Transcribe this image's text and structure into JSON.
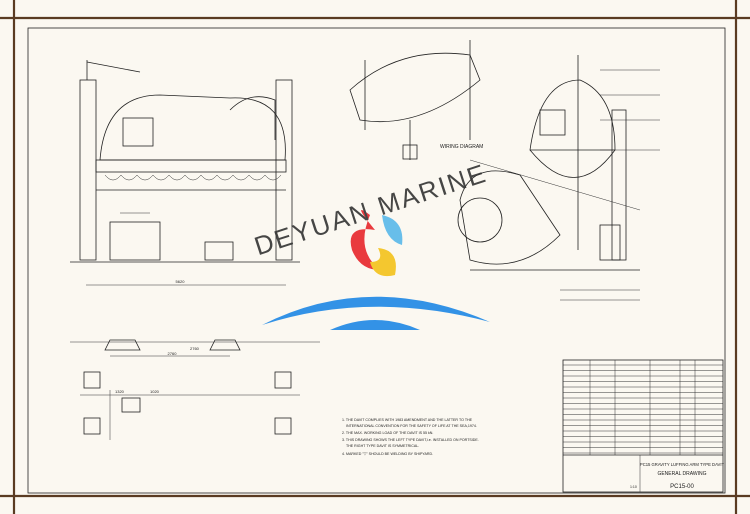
{
  "watermark": {
    "text": "DEYUAN MARINE",
    "colors": [
      "#e8262b",
      "#f4c21b",
      "#1e88e5",
      "#59b8ea"
    ]
  },
  "labels": {
    "wiring_diagram": "WIRING DIAGRAM"
  },
  "notes": [
    "1. THE DAVIT COMPLIES WITH 1983 AMENDMENT AND THE LATTER TO THE",
    "INTERNATIONAL CONVENTION FOR THE SAFETY OF LIFE AT THE SEA,1974.",
    "2. THE MAX. WORKING LOAD OF THE DAVIT IS 55 kN.",
    "3. THIS DRAWING SHOWS THE LEFT TYPE DAVIT,i.e. INSTALLED ON PORTSIDE.",
    "THE RIGHT TYPE DAVIT IS SYMMETRICAL.",
    "4. MARKED \"▽\" SHOULD BE WELDING BY SHIPYARD."
  ],
  "dimensions": [
    "1020",
    "2760",
    "5620",
    "1320",
    "2760"
  ],
  "title_block": {
    "title_line1": "PC15 GRAVITY LUFFING ARM TYPE DAVIT",
    "title_line2": "GENERAL DRAWING",
    "drawing_no": "PC15-00",
    "scale": "1:10"
  }
}
